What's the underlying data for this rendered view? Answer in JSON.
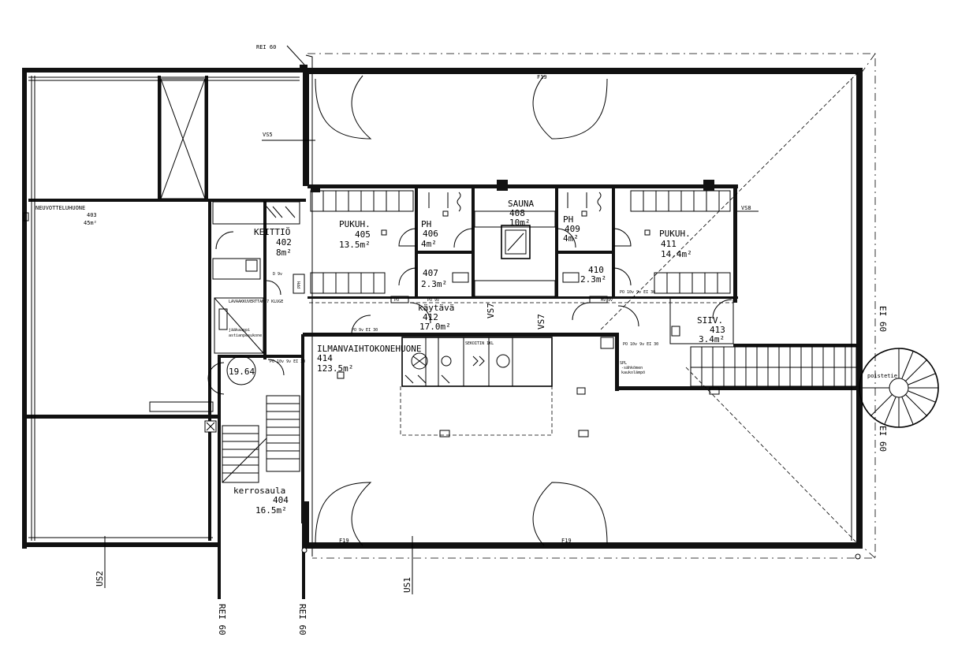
{
  "rooms": {
    "neuvottelu": {
      "name": "NEUVOTTELUHUONE",
      "num": "403",
      "area": "45m²"
    },
    "keittio": {
      "name": "KEITTIÖ",
      "num": "402",
      "area": "8m²"
    },
    "pukuh405": {
      "name": "PUKUH.",
      "num": "405",
      "area": "13.5m²"
    },
    "ph406": {
      "name": "PH",
      "num": "406",
      "area": "4m²"
    },
    "sauna": {
      "name": "SAUNA",
      "num": "408",
      "area": "10m²"
    },
    "ph409": {
      "name": "PH",
      "num": "409",
      "area": "4m²"
    },
    "pukuh411": {
      "name": "PUKUH.",
      "num": "411",
      "area": "14.4m²"
    },
    "r407": {
      "num": "407",
      "area": "2.3m²"
    },
    "r410": {
      "num": "410",
      "area": "2.3m²"
    },
    "kaytava": {
      "name": "käytävä",
      "num": "412",
      "area": "17.0m²"
    },
    "siiv": {
      "name": "SIIV.",
      "num": "413",
      "area": "3.4m²"
    },
    "ilmanvaihto": {
      "name": "ILMANVAIHTOKONEHUONE",
      "num": "414",
      "area": "123.5m²"
    },
    "kerrosaula": {
      "name": "kerrosaula",
      "num": "404",
      "area": "16.5m²"
    },
    "r1964": {
      "num": "19.64"
    }
  },
  "labels": {
    "rei_top": "REI 60",
    "rei_bottom1": "REI 60",
    "rei_bottom2": "REI 60",
    "ei_right1": "EI 60",
    "ei_right2": "EI 60",
    "vs5": "VS5",
    "vs8": "VS8",
    "vs7a": "VS7",
    "vs7b": "VS7",
    "us2": "US2",
    "us1": "US1",
    "f19_top": "F19",
    "f19_b1": "F19",
    "f19_b2": "F19",
    "poistetie": "poistetie",
    "spl": "SPL",
    "spl_note1": "-sähkömen",
    "spl_note2": "kaukolämpö",
    "d9v": "D 9v",
    "po9v_ei30": "PO 9v EI 30",
    "po10v_ei30a": "PO 10v 9v EI 30",
    "po10v_ei30b": "PO 10v 9v EI 30",
    "po10v_ei30c": "PO 10v 9v EI 30",
    "po": "PO",
    "po9v": "PO 9v",
    "m9v": "M9 9v",
    "pph": "PPH",
    "kitchen_note": "LAVAAKKUVERTTAK 7 KLUGE",
    "kitchen_note2": "jääkaappi",
    "kitchen_note3": "astianpesukone",
    "vent_note": "SEKOITIN 1KL"
  }
}
